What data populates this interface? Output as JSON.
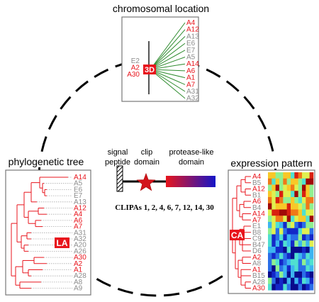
{
  "panels": {
    "chromosomal": {
      "title": "chromosomal location",
      "badge": "3D",
      "left_labels": [
        {
          "text": "E2",
          "red": false
        },
        {
          "text": "A2",
          "red": true
        },
        {
          "text": "A30",
          "red": true
        }
      ],
      "right_labels": [
        {
          "text": "A4",
          "red": true
        },
        {
          "text": "A12",
          "red": true
        },
        {
          "text": "A13",
          "red": false
        },
        {
          "text": "E6",
          "red": false
        },
        {
          "text": "E7",
          "red": false
        },
        {
          "text": "A5",
          "red": false
        },
        {
          "text": "A14",
          "red": true
        },
        {
          "text": "A6",
          "red": true
        },
        {
          "text": "A1",
          "red": true
        },
        {
          "text": "A7",
          "red": true
        },
        {
          "text": "A31",
          "red": false
        },
        {
          "text": "A32",
          "red": false
        }
      ]
    },
    "phylogenetic": {
      "title": "phylogenetic tree",
      "badge": "LA",
      "leaves": [
        {
          "text": "A14",
          "red": true
        },
        {
          "text": "A5",
          "red": false
        },
        {
          "text": "E6",
          "red": false
        },
        {
          "text": "E7",
          "red": false
        },
        {
          "text": "A13",
          "red": false
        },
        {
          "text": "A12",
          "red": true
        },
        {
          "text": "A4",
          "red": true
        },
        {
          "text": "A6",
          "red": true
        },
        {
          "text": "A7",
          "red": true
        },
        {
          "text": "A31",
          "red": false
        },
        {
          "text": "A32",
          "red": false
        },
        {
          "text": "A20",
          "red": false
        },
        {
          "text": "A26",
          "red": false
        },
        {
          "text": "A30",
          "red": true
        },
        {
          "text": "A2",
          "red": true
        },
        {
          "text": "A1",
          "red": true
        },
        {
          "text": "A28",
          "red": false
        },
        {
          "text": "A8",
          "red": false
        },
        {
          "text": "A9",
          "red": false
        }
      ]
    },
    "expression": {
      "title": "expression pattern",
      "badge": "CA",
      "leaves": [
        {
          "text": "A4",
          "red": true
        },
        {
          "text": "B5",
          "red": false
        },
        {
          "text": "A12",
          "red": true
        },
        {
          "text": "B1",
          "red": false
        },
        {
          "text": "A6",
          "red": true
        },
        {
          "text": "B4",
          "red": false
        },
        {
          "text": "A14",
          "red": true
        },
        {
          "text": "A7",
          "red": true
        },
        {
          "text": "E1",
          "red": false
        },
        {
          "text": "B8",
          "red": false
        },
        {
          "text": "C9",
          "red": false
        },
        {
          "text": "B47",
          "red": false
        },
        {
          "text": "D6",
          "red": false
        },
        {
          "text": "A2",
          "red": true
        },
        {
          "text": "A8",
          "red": false
        },
        {
          "text": "A1",
          "red": true
        },
        {
          "text": "B15",
          "red": false
        },
        {
          "text": "A28",
          "red": false
        },
        {
          "text": "A30",
          "red": true
        }
      ]
    }
  },
  "domain_structure": {
    "signal_peptide_label": [
      "signal",
      "peptide"
    ],
    "clip_domain_label": [
      "clip",
      "domain"
    ],
    "protease_domain_label": [
      "protease-like",
      "domain"
    ],
    "caption": "CLIPAs 1, 2, 4, 6, 7, 12, 14, 30"
  },
  "colors": {
    "highlight_red": "#e8141c",
    "gray_label": "#8c8c8c",
    "tree_red": "#e8141c",
    "chromosome_lines": "#2e8b2e",
    "clip_star": "#d3141c",
    "protease_gradient_start": "#e8141c",
    "protease_gradient_end": "#1414c8"
  }
}
